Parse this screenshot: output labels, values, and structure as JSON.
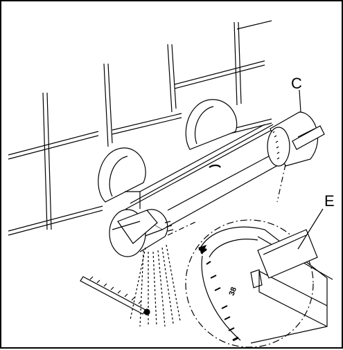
{
  "callouts": {
    "c": "C",
    "e": "E"
  },
  "scale": {
    "marker": "38"
  },
  "colors": {
    "ink": "#000000",
    "paper": "#ffffff"
  }
}
